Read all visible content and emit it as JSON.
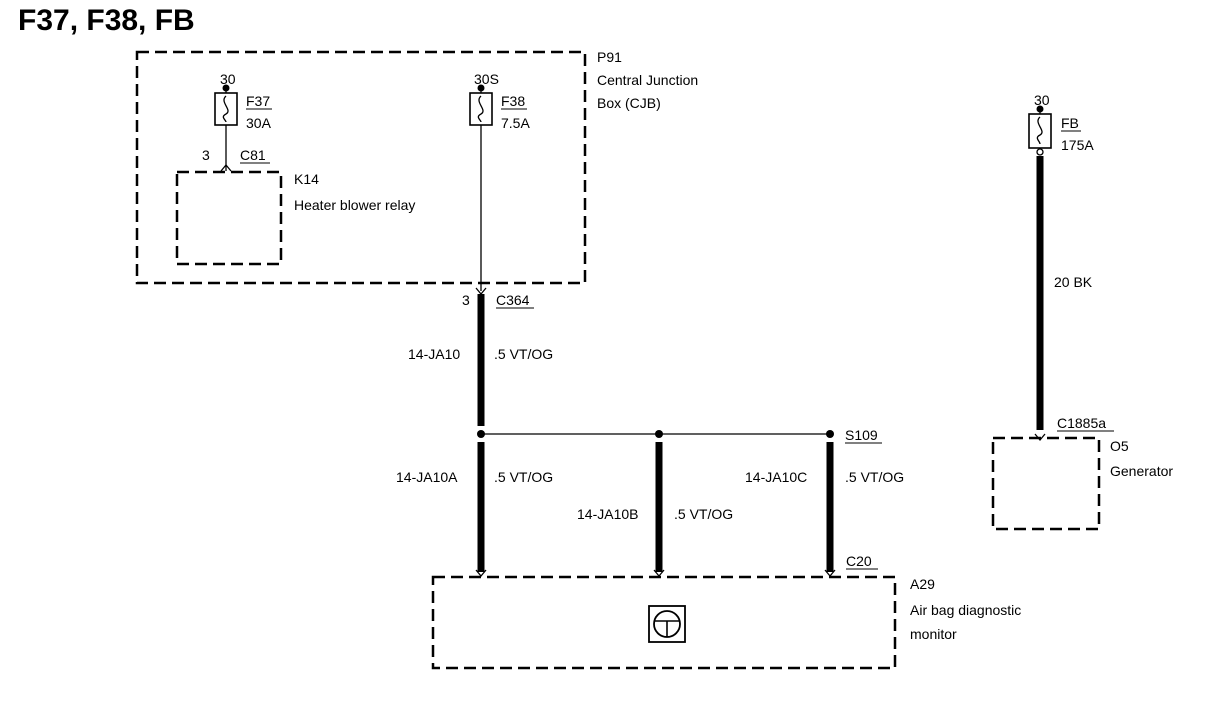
{
  "title": "F37, F38, FB",
  "cjb": {
    "id": "P91",
    "name_line1": "Central Junction",
    "name_line2": "Box (CJB)"
  },
  "fuse_f37": {
    "feed": "30",
    "name": "F37",
    "rating": "30A",
    "pin": "3",
    "connector": "C81"
  },
  "relay_k14": {
    "id": "K14",
    "name": "Heater blower relay"
  },
  "fuse_f38": {
    "feed": "30S",
    "name": "F38",
    "rating": "7.5A"
  },
  "connector_c364": {
    "pin": "3",
    "id": "C364"
  },
  "wire_ja10": {
    "circuit": "14-JA10",
    "spec": ".5 VT/OG"
  },
  "splice_s109": {
    "id": "S109"
  },
  "wire_ja10a": {
    "circuit": "14-JA10A",
    "spec": ".5 VT/OG"
  },
  "wire_ja10b": {
    "circuit": "14-JA10B",
    "spec": ".5 VT/OG"
  },
  "wire_ja10c": {
    "circuit": "14-JA10C",
    "spec": ".5 VT/OG"
  },
  "connector_c20": {
    "id": "C20"
  },
  "module_a29": {
    "id": "A29",
    "name_line1": "Air bag diagnostic",
    "name_line2": "monitor"
  },
  "fuse_fb": {
    "feed": "30",
    "name": "FB",
    "rating": "175A"
  },
  "wire_fb": {
    "spec": "20 BK"
  },
  "connector_c1885a": {
    "id": "C1885a"
  },
  "generator_o5": {
    "id": "O5",
    "name": "Generator"
  }
}
